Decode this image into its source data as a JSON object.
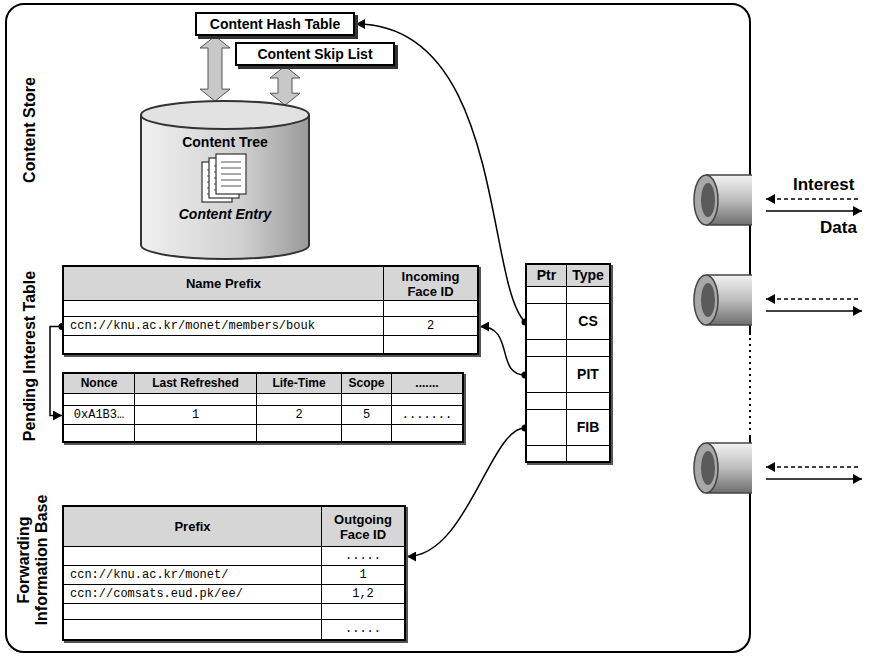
{
  "diagram": {
    "nodes": [
      {
        "text": [
          "Content Hash Table"
        ]
      },
      {
        "text": [
          "Content Skip List"
        ]
      },
      {
        "text": [
          "Content Tree",
          "Content Entry"
        ]
      },
      {
        "text": [
          "Name Prefix",
          "Incoming Face ID",
          "ccn://knu.ac.kr/monet/members/bouk",
          "2"
        ]
      },
      {
        "text": [
          "Nonce",
          "Last Refreshed",
          "Life-Time",
          "Scope",
          ".......",
          "0xA1B3…",
          "1",
          "2",
          "5",
          "......."
        ]
      },
      {
        "text": [
          "Ptr",
          "Type",
          "CS",
          "PIT",
          "FIB"
        ]
      },
      {
        "text": [
          "Prefix",
          "Outgoing Face ID",
          ".....",
          "ccn://knu.ac.kr/monet/",
          "1",
          "ccn://comsats.eud.pk/ee/",
          "1,2",
          "....."
        ]
      }
    ],
    "edges": [
      {
        "from": 0,
        "to": 2,
        "arrow": "both"
      },
      {
        "from": 1,
        "to": 2,
        "arrow": "both"
      },
      {
        "from": 5,
        "to": 0,
        "arrow": "to"
      },
      {
        "from": 5,
        "to": 3,
        "arrow": "to"
      },
      {
        "from": 3,
        "to": 4,
        "arrow": "to"
      },
      {
        "from": 5,
        "to": 6,
        "arrow": "to"
      }
    ],
    "labels": [
      "Content Store",
      "Pending Interest Table",
      "Forwarding Information Base",
      "Interest",
      "Data"
    ]
  }
}
